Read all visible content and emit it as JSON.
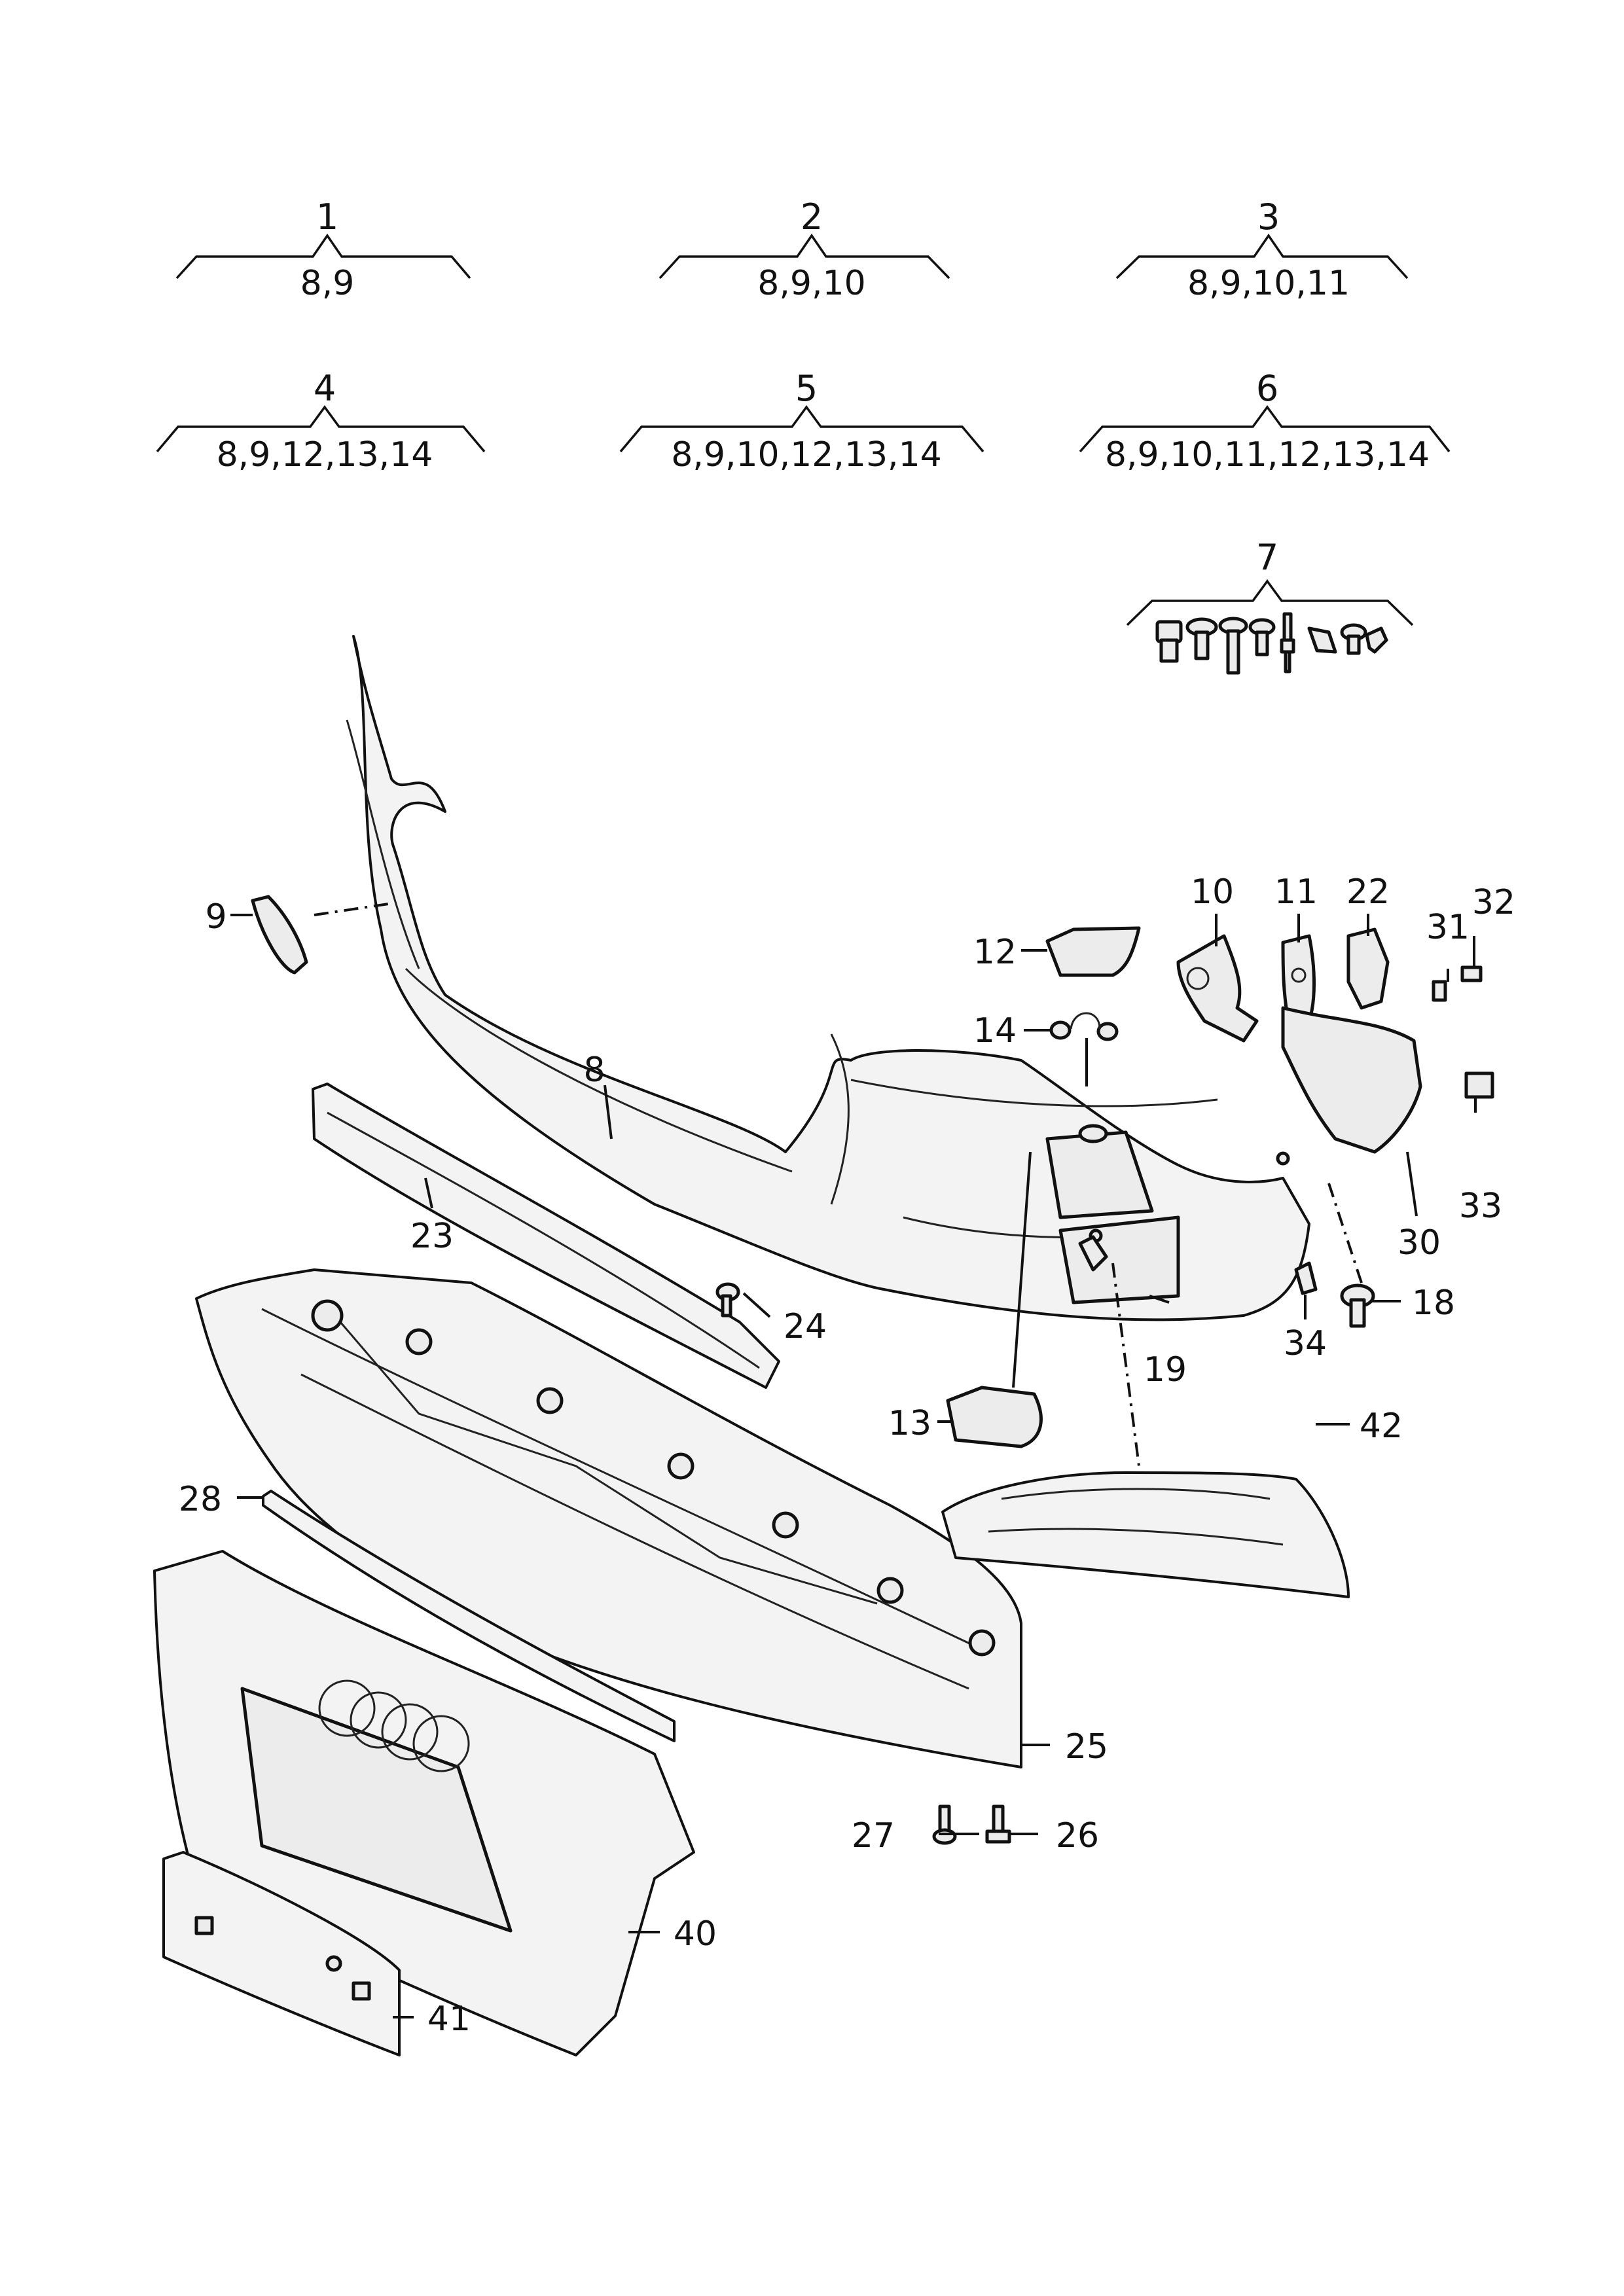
{
  "groups": [
    {
      "number": "1",
      "parts": "8,9"
    },
    {
      "number": "2",
      "parts": "8,9,10"
    },
    {
      "number": "3",
      "parts": "8,9,10,11"
    },
    {
      "number": "4",
      "parts": "8,9,12,13,14"
    },
    {
      "number": "5",
      "parts": "8,9,10,12,13,14"
    },
    {
      "number": "6",
      "parts": "8,9,10,11,12,13,14"
    },
    {
      "number": "7",
      "parts": ""
    }
  ],
  "callouts": {
    "c8": "8",
    "c9": "9",
    "c10": "10",
    "c11": "11",
    "c12": "12",
    "c13": "13",
    "c14": "14",
    "c18": "18",
    "c19": "19",
    "c22": "22",
    "c23": "23",
    "c24": "24",
    "c25": "25",
    "c26": "26",
    "c27": "27",
    "c28": "28",
    "c30": "30",
    "c31": "31",
    "c32": "32",
    "c33": "33",
    "c34": "34",
    "c40": "40",
    "c41": "41",
    "c42": "42"
  }
}
